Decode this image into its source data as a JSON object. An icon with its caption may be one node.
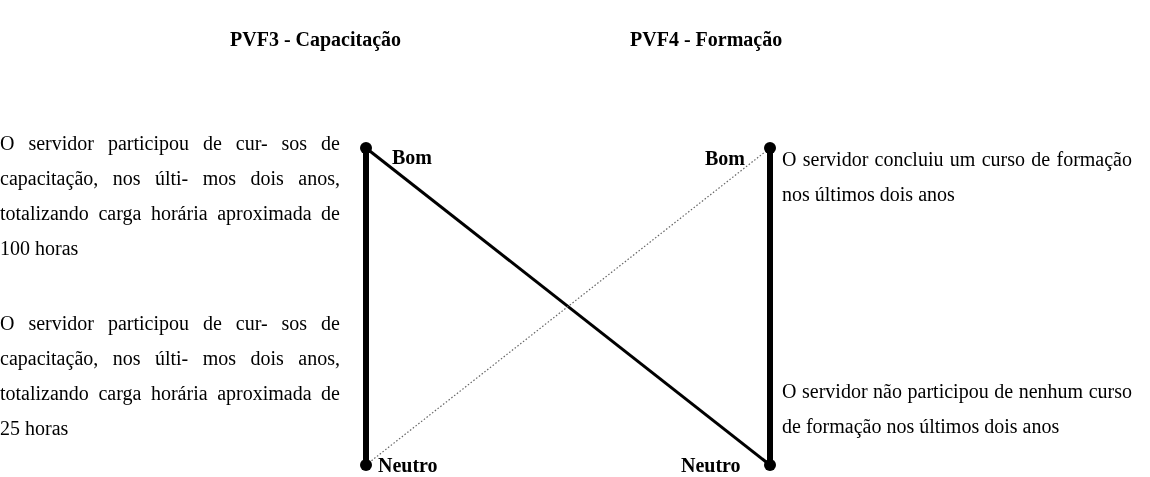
{
  "diagram": {
    "nodes": [
      {
        "text": [
          "Bom"
        ],
        "beside": [
          "O servidor participou de cur- sos de capacitação, nos últi- mos dois anos, totalizando carga horária aproximada de 100 horas"
        ]
      },
      {
        "text": [
          "Neutro"
        ],
        "beside": [
          "O servidor participou de cur- sos de capacitação, nos últi- mos dois anos, totalizando carga horária aproximada de 25 horas"
        ]
      },
      {
        "text": [
          "Bom"
        ],
        "beside": [
          "O servidor concluiu um curso de formação nos últimos dois anos"
        ]
      },
      {
        "text": [
          "Neutro"
        ],
        "beside": [
          "O servidor não participou de nenhum curso de formação nos últimos dois anos"
        ]
      }
    ],
    "edges": [
      {
        "from": 0,
        "to": 1,
        "arrow": "none",
        "style": "thick"
      },
      {
        "from": 2,
        "to": 3,
        "arrow": "none",
        "style": "thick"
      },
      {
        "from": 0,
        "to": 3,
        "arrow": "none"
      },
      {
        "from": 1,
        "to": 2,
        "arrow": "none",
        "style": "dashed",
        "color": "#666666"
      }
    ],
    "labels": [
      "PVF3 - Capacitação",
      "PVF4 - Formação"
    ]
  }
}
